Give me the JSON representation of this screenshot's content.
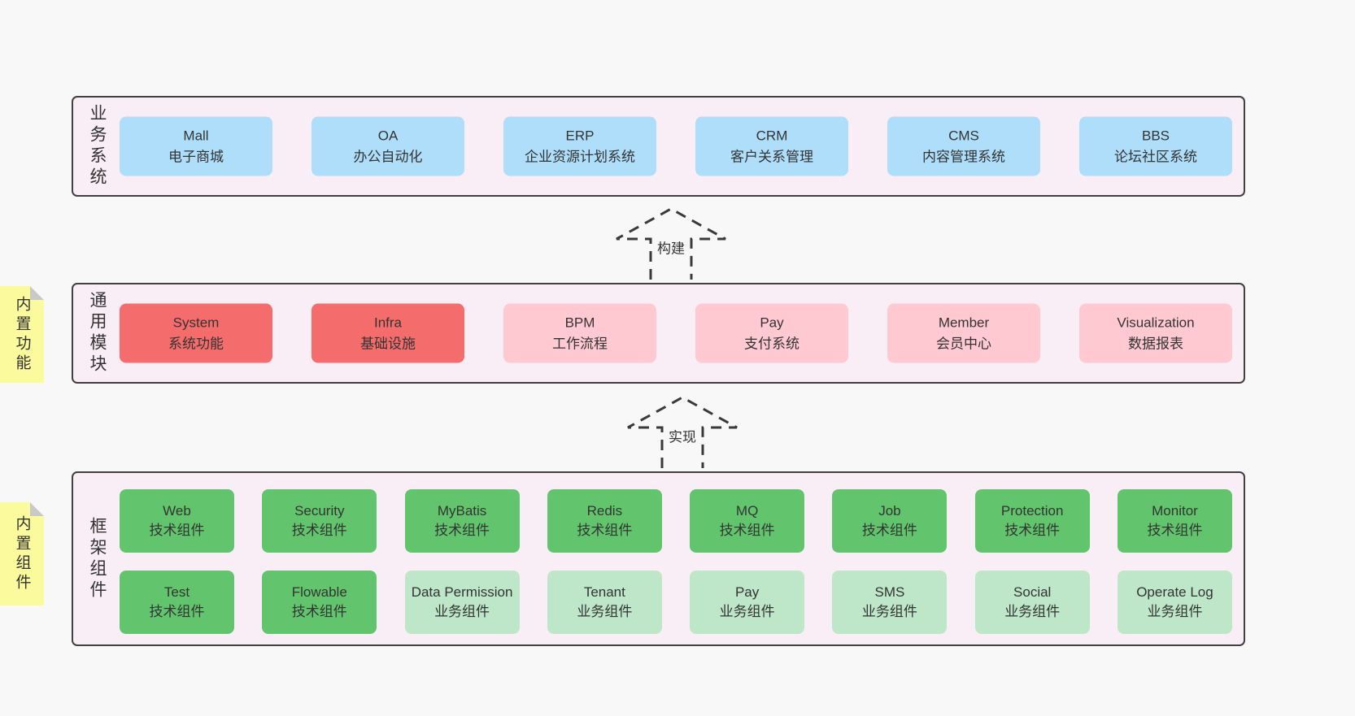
{
  "diagram": {
    "arrows": [
      {
        "label": "构建"
      },
      {
        "label": "实现"
      }
    ],
    "bands": [
      {
        "label": "业务系统",
        "boxes": [
          {
            "title": "Mall",
            "subtitle": "电子商城"
          },
          {
            "title": "OA",
            "subtitle": "办公自动化"
          },
          {
            "title": "ERP",
            "subtitle": "企业资源计划系统"
          },
          {
            "title": "CRM",
            "subtitle": "客户关系管理"
          },
          {
            "title": "CMS",
            "subtitle": "内容管理系统"
          },
          {
            "title": "BBS",
            "subtitle": "论坛社区系统"
          }
        ]
      },
      {
        "label": "通用模块",
        "sticky": "内置功能",
        "boxes": [
          {
            "title": "System",
            "subtitle": "系统功能",
            "variant": "red"
          },
          {
            "title": "Infra",
            "subtitle": "基础设施",
            "variant": "red"
          },
          {
            "title": "BPM",
            "subtitle": "工作流程",
            "variant": "pink"
          },
          {
            "title": "Pay",
            "subtitle": "支付系统",
            "variant": "pink"
          },
          {
            "title": "Member",
            "subtitle": "会员中心",
            "variant": "pink"
          },
          {
            "title": "Visualization",
            "subtitle": "数据报表",
            "variant": "pink"
          }
        ]
      },
      {
        "label": "框架组件",
        "sticky": "内置组件",
        "rows": [
          [
            {
              "title": "Web",
              "subtitle": "技术组件",
              "variant": "green"
            },
            {
              "title": "Security",
              "subtitle": "技术组件",
              "variant": "green"
            },
            {
              "title": "MyBatis",
              "subtitle": "技术组件",
              "variant": "green"
            },
            {
              "title": "Redis",
              "subtitle": "技术组件",
              "variant": "green"
            },
            {
              "title": "MQ",
              "subtitle": "技术组件",
              "variant": "green"
            },
            {
              "title": "Job",
              "subtitle": "技术组件",
              "variant": "green"
            },
            {
              "title": "Protection",
              "subtitle": "技术组件",
              "variant": "green"
            },
            {
              "title": "Monitor",
              "subtitle": "技术组件",
              "variant": "green"
            }
          ],
          [
            {
              "title": "Test",
              "subtitle": "技术组件",
              "variant": "green"
            },
            {
              "title": "Flowable",
              "subtitle": "技术组件",
              "variant": "green"
            },
            {
              "title": "Data Permission",
              "subtitle": "业务组件",
              "variant": "lightgreen"
            },
            {
              "title": "Tenant",
              "subtitle": "业务组件",
              "variant": "lightgreen"
            },
            {
              "title": "Pay",
              "subtitle": "业务组件",
              "variant": "lightgreen"
            },
            {
              "title": "SMS",
              "subtitle": "业务组件",
              "variant": "lightgreen"
            },
            {
              "title": "Social",
              "subtitle": "业务组件",
              "variant": "lightgreen"
            },
            {
              "title": "Operate Log",
              "subtitle": "业务组件",
              "variant": "lightgreen"
            }
          ]
        ]
      }
    ],
    "colors": {
      "page_bg": "#f8f8f8",
      "band_bg": "#f9edf6",
      "band_border": "#404040",
      "blue": "#aedefa",
      "red": "#f56c6c",
      "pink": "#ffc9d2",
      "green": "#62c56e",
      "light_green": "#bee6c8",
      "sticky_yellow": "#fbfa9d",
      "sticky_fold": "#c9c9c9",
      "arrow_dash": "#3a3a3a",
      "text": "#333333"
    }
  }
}
